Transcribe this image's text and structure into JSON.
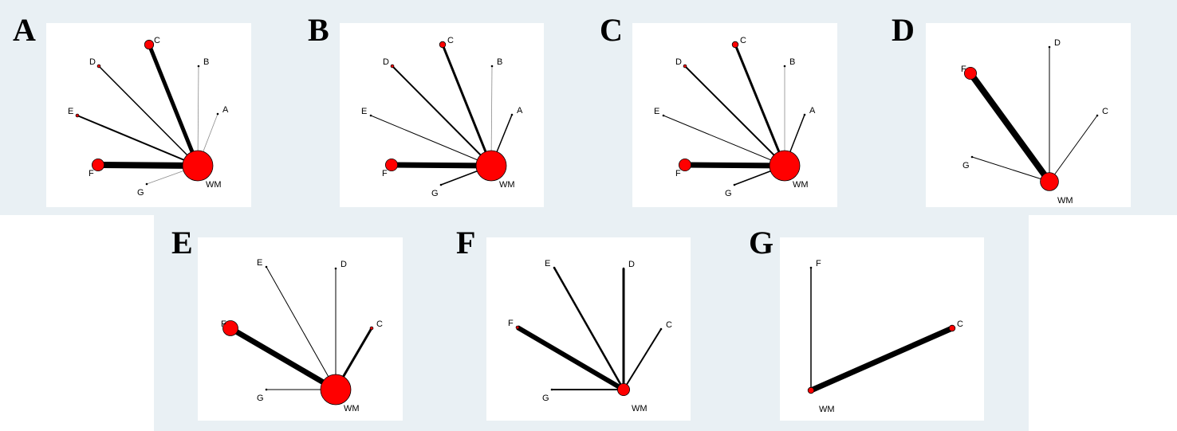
{
  "figure": {
    "colors": {
      "node_fill": "#ff0000",
      "edge": "#000000",
      "thin_edge": "#8c8c8c",
      "band": "#e9f0f4"
    },
    "panels": [
      {
        "letter": "A",
        "center": "WM",
        "nodes": [
          {
            "id": "WM",
            "label": "WM",
            "size": 10
          },
          {
            "id": "C",
            "label": "C",
            "size": 3
          },
          {
            "id": "D",
            "label": "D",
            "size": 1
          },
          {
            "id": "B",
            "label": "B",
            "size": 0
          },
          {
            "id": "E",
            "label": "E",
            "size": 1
          },
          {
            "id": "A",
            "label": "A",
            "size": 0
          },
          {
            "id": "F",
            "label": "F",
            "size": 4
          },
          {
            "id": "G",
            "label": "G",
            "size": 0
          }
        ],
        "edges": [
          {
            "to": "C",
            "weight": 5
          },
          {
            "to": "D",
            "weight": 1.5
          },
          {
            "to": "B",
            "weight": 0.6
          },
          {
            "to": "E",
            "weight": 2
          },
          {
            "to": "A",
            "weight": 0.6
          },
          {
            "to": "F",
            "weight": 8
          },
          {
            "to": "G",
            "weight": 0.6
          }
        ]
      },
      {
        "letter": "B",
        "center": "WM",
        "nodes": [
          {
            "id": "WM",
            "label": "WM",
            "size": 10
          },
          {
            "id": "C",
            "label": "C",
            "size": 2
          },
          {
            "id": "D",
            "label": "D",
            "size": 1
          },
          {
            "id": "B",
            "label": "B",
            "size": 0
          },
          {
            "id": "E",
            "label": "E",
            "size": 0
          },
          {
            "id": "A",
            "label": "A",
            "size": 0
          },
          {
            "id": "F",
            "label": "F",
            "size": 4
          },
          {
            "id": "G",
            "label": "G",
            "size": 0
          }
        ],
        "edges": [
          {
            "to": "C",
            "weight": 3
          },
          {
            "to": "D",
            "weight": 2
          },
          {
            "to": "B",
            "weight": 0.6
          },
          {
            "to": "E",
            "weight": 1
          },
          {
            "to": "A",
            "weight": 1.5
          },
          {
            "to": "F",
            "weight": 7
          },
          {
            "to": "G",
            "weight": 1.5
          }
        ]
      },
      {
        "letter": "C",
        "center": "WM",
        "nodes": [
          {
            "id": "WM",
            "label": "WM",
            "size": 10
          },
          {
            "id": "C",
            "label": "C",
            "size": 2
          },
          {
            "id": "D",
            "label": "D",
            "size": 1
          },
          {
            "id": "B",
            "label": "B",
            "size": 0
          },
          {
            "id": "E",
            "label": "E",
            "size": 0
          },
          {
            "id": "A",
            "label": "A",
            "size": 0
          },
          {
            "id": "F",
            "label": "F",
            "size": 4
          },
          {
            "id": "G",
            "label": "G",
            "size": 0
          }
        ],
        "edges": [
          {
            "to": "C",
            "weight": 3
          },
          {
            "to": "D",
            "weight": 2
          },
          {
            "to": "B",
            "weight": 0.6
          },
          {
            "to": "E",
            "weight": 1
          },
          {
            "to": "A",
            "weight": 1.5
          },
          {
            "to": "F",
            "weight": 7
          },
          {
            "to": "G",
            "weight": 1.5
          }
        ]
      },
      {
        "letter": "D",
        "center": "WM",
        "nodes": [
          {
            "id": "WM",
            "label": "WM",
            "size": 6
          },
          {
            "id": "F",
            "label": "F",
            "size": 4
          },
          {
            "id": "D",
            "label": "D",
            "size": 0
          },
          {
            "id": "C",
            "label": "C",
            "size": 0
          },
          {
            "id": "G",
            "label": "G",
            "size": 0
          }
        ],
        "edges": [
          {
            "to": "F",
            "weight": 8
          },
          {
            "to": "D",
            "weight": 1
          },
          {
            "to": "C",
            "weight": 1
          },
          {
            "to": "G",
            "weight": 1
          }
        ]
      },
      {
        "letter": "E",
        "center": "WM",
        "nodes": [
          {
            "id": "WM",
            "label": "WM",
            "size": 10
          },
          {
            "id": "E",
            "label": "E",
            "size": 0
          },
          {
            "id": "D",
            "label": "D",
            "size": 0
          },
          {
            "id": "F",
            "label": "F",
            "size": 5
          },
          {
            "id": "C",
            "label": "C",
            "size": 1
          },
          {
            "id": "G",
            "label": "G",
            "size": 0
          }
        ],
        "edges": [
          {
            "to": "E",
            "weight": 1
          },
          {
            "to": "D",
            "weight": 1
          },
          {
            "to": "F",
            "weight": 7
          },
          {
            "to": "C",
            "weight": 3
          },
          {
            "to": "G",
            "weight": 1
          }
        ]
      },
      {
        "letter": "F",
        "center": "WM",
        "nodes": [
          {
            "id": "WM",
            "label": "WM",
            "size": 4
          },
          {
            "id": "E",
            "label": "E",
            "size": 0
          },
          {
            "id": "D",
            "label": "D",
            "size": 0
          },
          {
            "id": "C",
            "label": "C",
            "size": 0
          },
          {
            "id": "F",
            "label": "F",
            "size": 1
          },
          {
            "id": "G",
            "label": "G",
            "size": 0
          }
        ],
        "edges": [
          {
            "to": "E",
            "weight": 2.5
          },
          {
            "to": "D",
            "weight": 3
          },
          {
            "to": "C",
            "weight": 2
          },
          {
            "to": "F",
            "weight": 6
          },
          {
            "to": "G",
            "weight": 2
          }
        ]
      },
      {
        "letter": "G",
        "center": "WM",
        "nodes": [
          {
            "id": "WM",
            "label": "WM",
            "size": 2
          },
          {
            "id": "F",
            "label": "F",
            "size": 0
          },
          {
            "id": "C",
            "label": "C",
            "size": 2
          }
        ],
        "edges": [
          {
            "to": "F",
            "weight": 1.5
          },
          {
            "to": "C",
            "weight": 7
          }
        ]
      }
    ]
  }
}
